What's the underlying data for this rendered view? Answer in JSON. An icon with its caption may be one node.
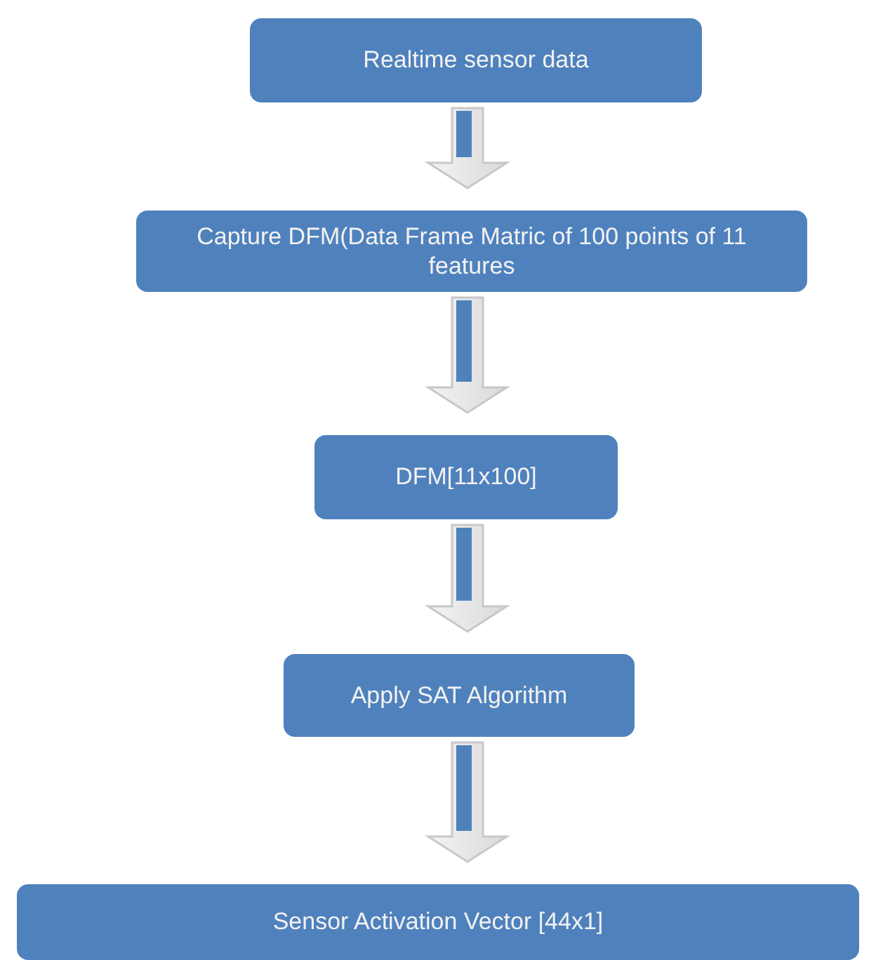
{
  "diagram": {
    "nodes": [
      {
        "text": [
          "Realtime sensor data"
        ]
      },
      {
        "text": [
          "Capture DFM(Data Frame Matric of 100 points of 11 features"
        ]
      },
      {
        "text": [
          "DFM[11x100]"
        ]
      },
      {
        "text": [
          "Apply SAT Algorithm"
        ]
      },
      {
        "text": [
          "Sensor Activation Vector [44x1]"
        ]
      }
    ],
    "edges": [
      {
        "from": 0,
        "to": 1,
        "arrow": "to"
      },
      {
        "from": 1,
        "to": 2,
        "arrow": "to"
      },
      {
        "from": 2,
        "to": 3,
        "arrow": "to"
      },
      {
        "from": 3,
        "to": 4,
        "arrow": "to"
      }
    ]
  }
}
